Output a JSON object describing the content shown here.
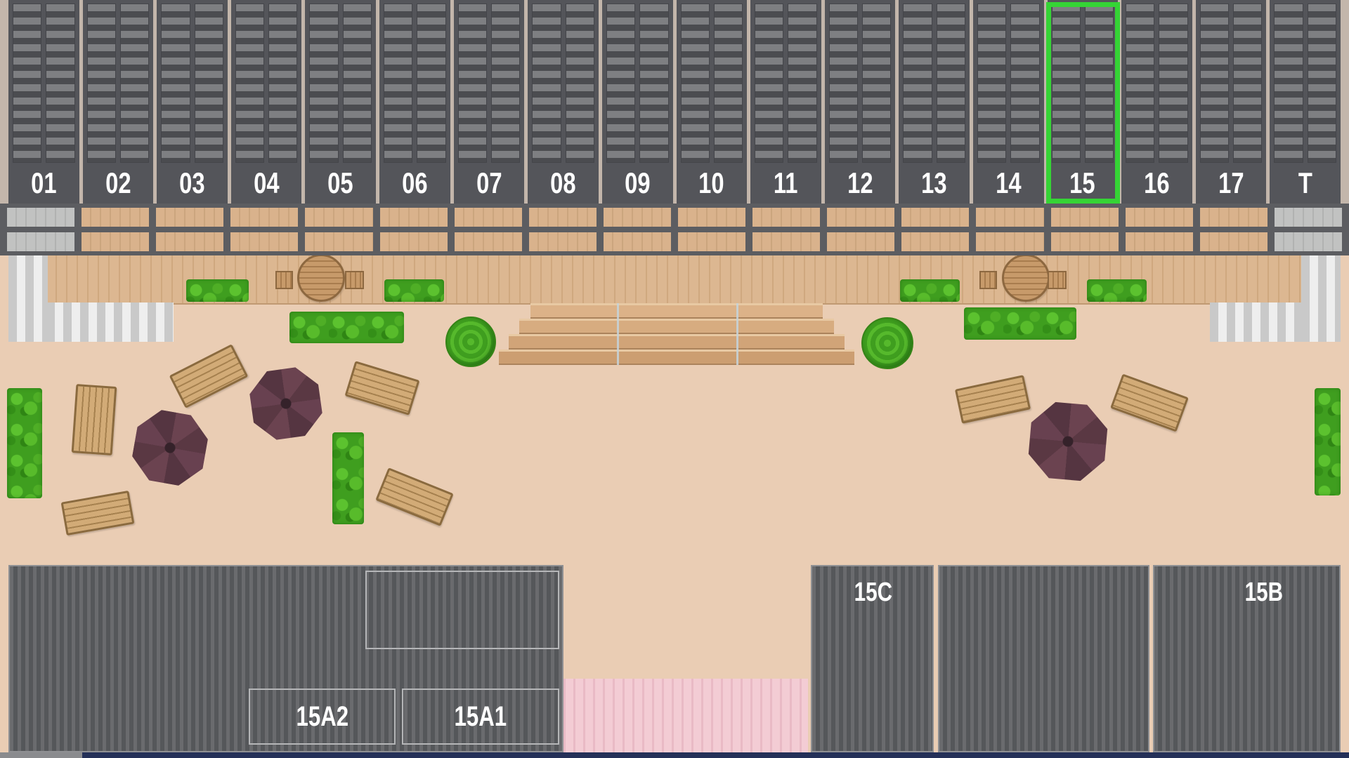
{
  "stall_row": {
    "labels": [
      "01",
      "02",
      "03",
      "04",
      "05",
      "06",
      "07",
      "08",
      "09",
      "10",
      "11",
      "12",
      "13",
      "14",
      "15",
      "16",
      "17",
      "T"
    ],
    "highlighted_label": "15",
    "highlight_color": "#35d435"
  },
  "buildings": {
    "left": {
      "rooms": [
        {
          "label": ""
        },
        {
          "label": "15A2"
        },
        {
          "label": "15A1"
        }
      ]
    },
    "right": [
      {
        "label": "15C"
      },
      {
        "label": ""
      },
      {
        "label": "15B"
      }
    ]
  },
  "features": {
    "parasols": 3,
    "picnic_benches": 7,
    "round_tables": 2,
    "trees": 2,
    "hedges": 9,
    "staircase_steps": 4
  },
  "colors": {
    "plaza": "#eacdb4",
    "stall_gray": "#54555a",
    "highlight_green": "#35d435",
    "deck_wood": "#d9b28c",
    "hedge_green": "#3f9e1f",
    "parasol_plum": "#5d3a46",
    "building_gray": "#55575a",
    "walkway_pink": "#f3ccd4",
    "footer_navy": "#243058"
  }
}
